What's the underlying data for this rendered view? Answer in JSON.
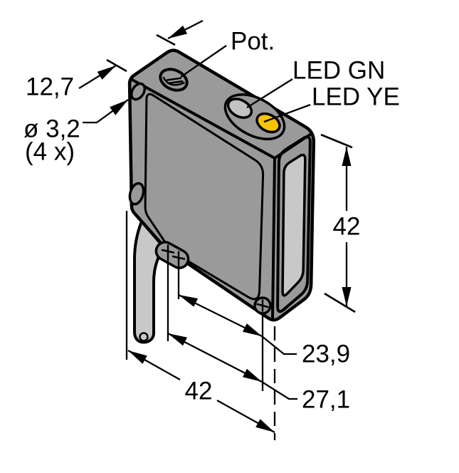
{
  "drawing": {
    "labels": {
      "pot": "Pot.",
      "led_gn": "LED GN",
      "led_ye": "LED YE"
    },
    "dimensions": {
      "depth": "12,7",
      "mounting_hole": "ø 3,2",
      "mounting_hole_count": "(4 x)",
      "height": "42",
      "screw_spacing": "23,9",
      "hole_spacing": "27,1",
      "width": "42"
    },
    "colors": {
      "body": "#9a9a9a",
      "window": "#c8c8c8",
      "cable": "#c8c8c8",
      "led_green": "#c3c3c3",
      "led_yellow": "#f6c400",
      "line": "#000000",
      "background": "#ffffff"
    }
  }
}
